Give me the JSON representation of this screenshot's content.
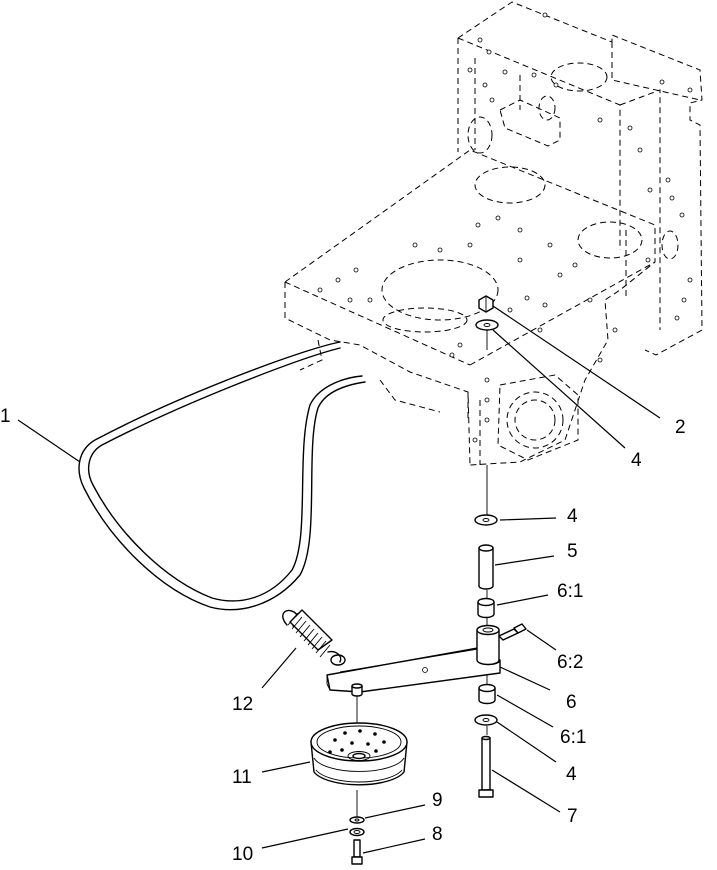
{
  "callouts": {
    "c1": "1",
    "c2": "2",
    "c4a": "4",
    "c4b": "4",
    "c5": "5",
    "c61a": "6:1",
    "c62": "6:2",
    "c6": "6",
    "c61b": "6:1",
    "c4c": "4",
    "c7": "7",
    "c12": "12",
    "c11": "11",
    "c9": "9",
    "c10": "10",
    "c8": "8"
  }
}
